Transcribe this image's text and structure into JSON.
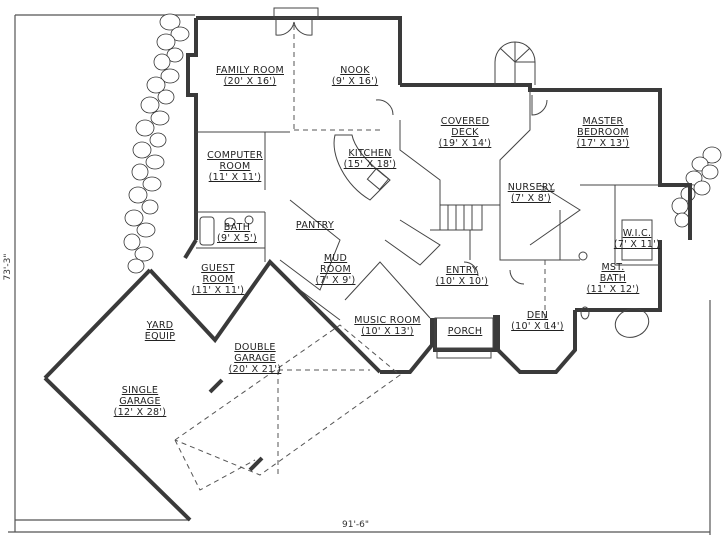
{
  "plan": {
    "overall_width": "91'-6\"",
    "overall_depth": "73'-3\"",
    "rooms": [
      {
        "id": "family-room",
        "name": "FAMILY ROOM",
        "size": "(20' X 16')"
      },
      {
        "id": "nook",
        "name": "NOOK",
        "size": "(9' X 16')"
      },
      {
        "id": "covered-deck",
        "name": "COVERED DECK",
        "lines": [
          "COVERED",
          "DECK"
        ],
        "size": "(19' X 14')"
      },
      {
        "id": "master-bedroom",
        "name": "MASTER BEDROOM",
        "lines": [
          "MASTER",
          "BEDROOM"
        ],
        "size": "(17' X 13')"
      },
      {
        "id": "computer-room",
        "name": "COMPUTER ROOM",
        "lines": [
          "COMPUTER",
          "ROOM"
        ],
        "size": "(11' X 11')"
      },
      {
        "id": "kitchen",
        "name": "KITCHEN",
        "size": "(15' X 18')"
      },
      {
        "id": "nursery",
        "name": "NURSERY",
        "size": "(7' X 8')"
      },
      {
        "id": "wic",
        "name": "W.I.C.",
        "size": "(7' X 11')"
      },
      {
        "id": "bath",
        "name": "BATH",
        "size": "(9' X 5')"
      },
      {
        "id": "pantry",
        "name": "PANTRY",
        "size": ""
      },
      {
        "id": "guest-room",
        "name": "GUEST ROOM",
        "lines": [
          "GUEST",
          "ROOM"
        ],
        "size": "(11' X 11')"
      },
      {
        "id": "mud-room",
        "name": "MUD ROOM",
        "lines": [
          "MUD",
          "ROOM"
        ],
        "size": "(7' X 9')"
      },
      {
        "id": "entry",
        "name": "ENTRY",
        "size": "(10' X 10')"
      },
      {
        "id": "mst-bath",
        "name": "MST. BATH",
        "lines": [
          "MST.",
          "BATH"
        ],
        "size": "(11' X 12')"
      },
      {
        "id": "yard-equip",
        "name": "YARD EQUIP",
        "lines": [
          "YARD",
          "EQUIP"
        ],
        "size": ""
      },
      {
        "id": "double-garage",
        "name": "DOUBLE GARAGE",
        "lines": [
          "DOUBLE",
          "GARAGE"
        ],
        "size": "(20' X 21')"
      },
      {
        "id": "music-room",
        "name": "MUSIC ROOM",
        "size": "(10' X 13')"
      },
      {
        "id": "porch",
        "name": "PORCH",
        "size": ""
      },
      {
        "id": "den",
        "name": "DEN",
        "size": "(10' X 14')"
      },
      {
        "id": "single-garage",
        "name": "SINGLE GARAGE",
        "lines": [
          "SINGLE",
          "GARAGE"
        ],
        "size": "(12' X 28')"
      }
    ]
  },
  "colors": {
    "line": "#3a3a3a",
    "background": "#ffffff"
  }
}
